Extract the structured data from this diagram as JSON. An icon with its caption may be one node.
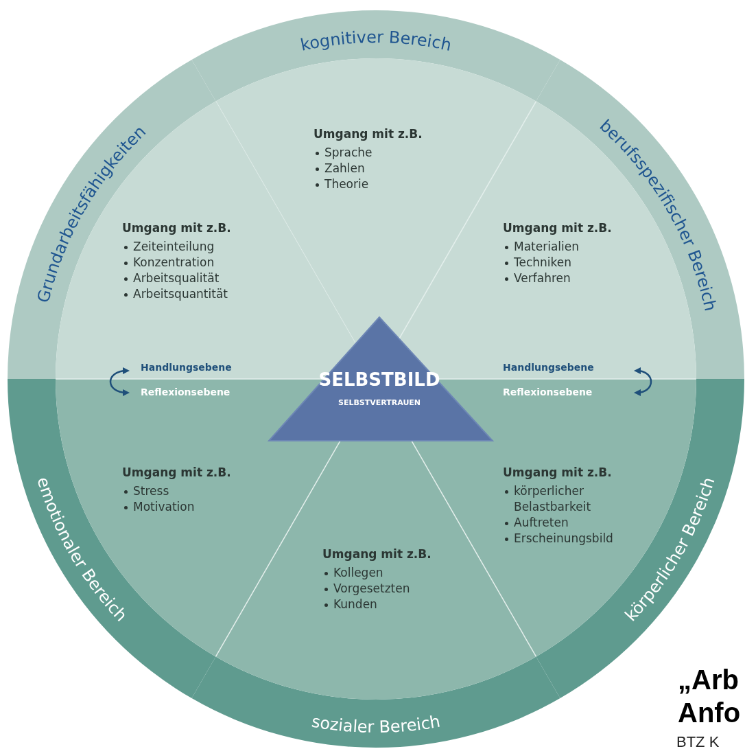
{
  "diagram": {
    "nodes": [
      {
        "text": [
          "SELBSTBILD",
          "SELBSTVERTRAUEN"
        ]
      },
      {
        "text": [
          "kognitiver Bereich",
          "Umgang mit z.B.",
          "Sprache",
          "Zahlen",
          "Theorie"
        ]
      },
      {
        "text": [
          "berufsspezifischer Bereich",
          "Umgang mit z.B.",
          "Materialien",
          "Techniken",
          "Verfahren"
        ]
      },
      {
        "text": [
          "körperlicher Bereich",
          "Umgang mit z.B.",
          "körperlicher Belastbarkeit",
          "Auftreten",
          "Erscheinungsbild"
        ]
      },
      {
        "text": [
          "sozialer Bereich",
          "Umgang mit z.B.",
          "Kollegen",
          "Vorgesetzten",
          "Kunden"
        ]
      },
      {
        "text": [
          "emotionaler Bereich",
          "Umgang mit z.B.",
          "Stress",
          "Motivation"
        ]
      },
      {
        "text": [
          "Grundarbeitsfähigkeiten",
          "Umgang mit z.B.",
          "Zeiteinteilung",
          "Konzentration",
          "Arbeitsqualität",
          "Arbeitsquantität"
        ]
      }
    ],
    "edges": [],
    "labels": [
      "Handlungsebene",
      "Reflexionsebene",
      "Handlungsebene",
      "Reflexionsebene",
      "„Arb",
      "Anfo",
      "BTZ K"
    ]
  }
}
